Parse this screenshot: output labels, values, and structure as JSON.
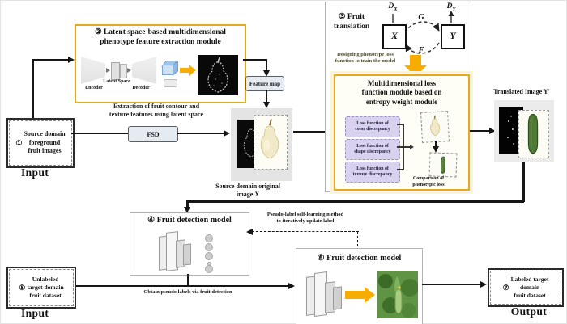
{
  "colors": {
    "accent_yellow": "#e3a81f",
    "arrow_yellow": "#f6ac00",
    "purple_box": "#d9d2ef",
    "line": "#161616"
  },
  "source_input": {
    "number": "①",
    "line1": "Source domain",
    "line2": "foreground",
    "line3": "fruit images",
    "label": "Input"
  },
  "latent_module": {
    "number": "②",
    "title_line1": "Latent space-based multidimensional",
    "title_line2": "phenotype feature extraction module",
    "latent_space_label": "Latent Space",
    "encoder_label": "Encoder",
    "decoder_label": "Decoder",
    "caption_line1": "Extraction of fruit contour and",
    "caption_line2": "texture features using latent space"
  },
  "fsd_box": {
    "label": "FSD"
  },
  "feature_map_box": {
    "label": "Feature map"
  },
  "source_image": {
    "caption_line1": "Source domain original",
    "caption_line2": "image X"
  },
  "fruit_translation": {
    "number": "③",
    "title_line1": "Fruit",
    "title_line2": "translation",
    "x_node": "X",
    "y_node": "Y",
    "g_label": "G",
    "f_label": "F",
    "dx_main": "D",
    "dx_sub": "X",
    "dy_main": "D",
    "dy_sub": "Y",
    "note_line1": "Designing phenotype loss",
    "note_line2": "function to train the model"
  },
  "loss_module": {
    "title_line1": "Multidimensional loss",
    "title_line2": "function module based on",
    "title_line3": "entropy weight module",
    "items": [
      {
        "line1": "Loss function of",
        "line2": "color discrepancy"
      },
      {
        "line1": "Loss function of",
        "line2": "shape discrepancy"
      },
      {
        "line1": "Loss function of",
        "line2": "texture discrepancy"
      }
    ],
    "comparison_line1": "Comparison of",
    "comparison_line2": "phenotypic loss"
  },
  "translated_image": {
    "caption": "Translated Image Y'"
  },
  "detection_model_4": {
    "number": "④",
    "title": "Fruit detection model"
  },
  "pseudo_label_note": {
    "line1": "Pseudo-label self-learning method",
    "line2": "to iteratively update label"
  },
  "obtain_note": "Obtain pseudo labels via fruit detection",
  "target_input": {
    "number": "⑤",
    "line1": "Unlabeled",
    "line2": "target domain",
    "line3": "fruit dataset",
    "label": "Input"
  },
  "detection_model_6": {
    "number": "⑥",
    "title": "Fruit detection model"
  },
  "output_box": {
    "number": "⑦",
    "line1": "Labeled target",
    "line2": "domain",
    "line3": "fruit dataset",
    "label": "Output"
  }
}
